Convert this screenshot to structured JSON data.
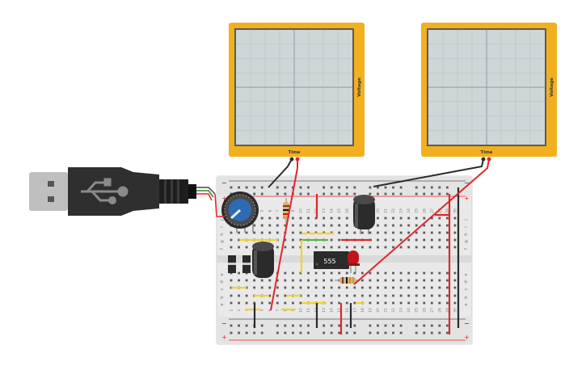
{
  "oscilloscopes": [
    {
      "x_label": "Time",
      "y_label": "Voltage"
    },
    {
      "x_label": "Time",
      "y_label": "Voltage"
    }
  ],
  "ic": {
    "label": "555"
  },
  "breadboard": {
    "row_letters_top": [
      "j",
      "i",
      "h",
      "g",
      "f"
    ],
    "row_letters_bottom": [
      "e",
      "d",
      "c",
      "b",
      "a"
    ],
    "column_numbers": [
      "1",
      "2",
      "3",
      "4",
      "5",
      "6",
      "7",
      "8",
      "9",
      "10",
      "11",
      "12",
      "13",
      "14",
      "15",
      "16",
      "17",
      "18",
      "19",
      "20",
      "21",
      "22",
      "23",
      "24",
      "25",
      "26",
      "27",
      "28",
      "29",
      "30"
    ],
    "rail_minus": "−",
    "rail_plus": "+"
  },
  "colors": {
    "scope_frame": "#f2b01e",
    "scope_screen": "#cdd7d8",
    "board": "#e9e9e9",
    "wire_red": "#e0272b",
    "wire_black": "#2b2b2b",
    "wire_yellow": "#f3d12a",
    "wire_green": "#58b94a",
    "led": "#c0161a",
    "pot_knob": "#2e6bb5"
  }
}
